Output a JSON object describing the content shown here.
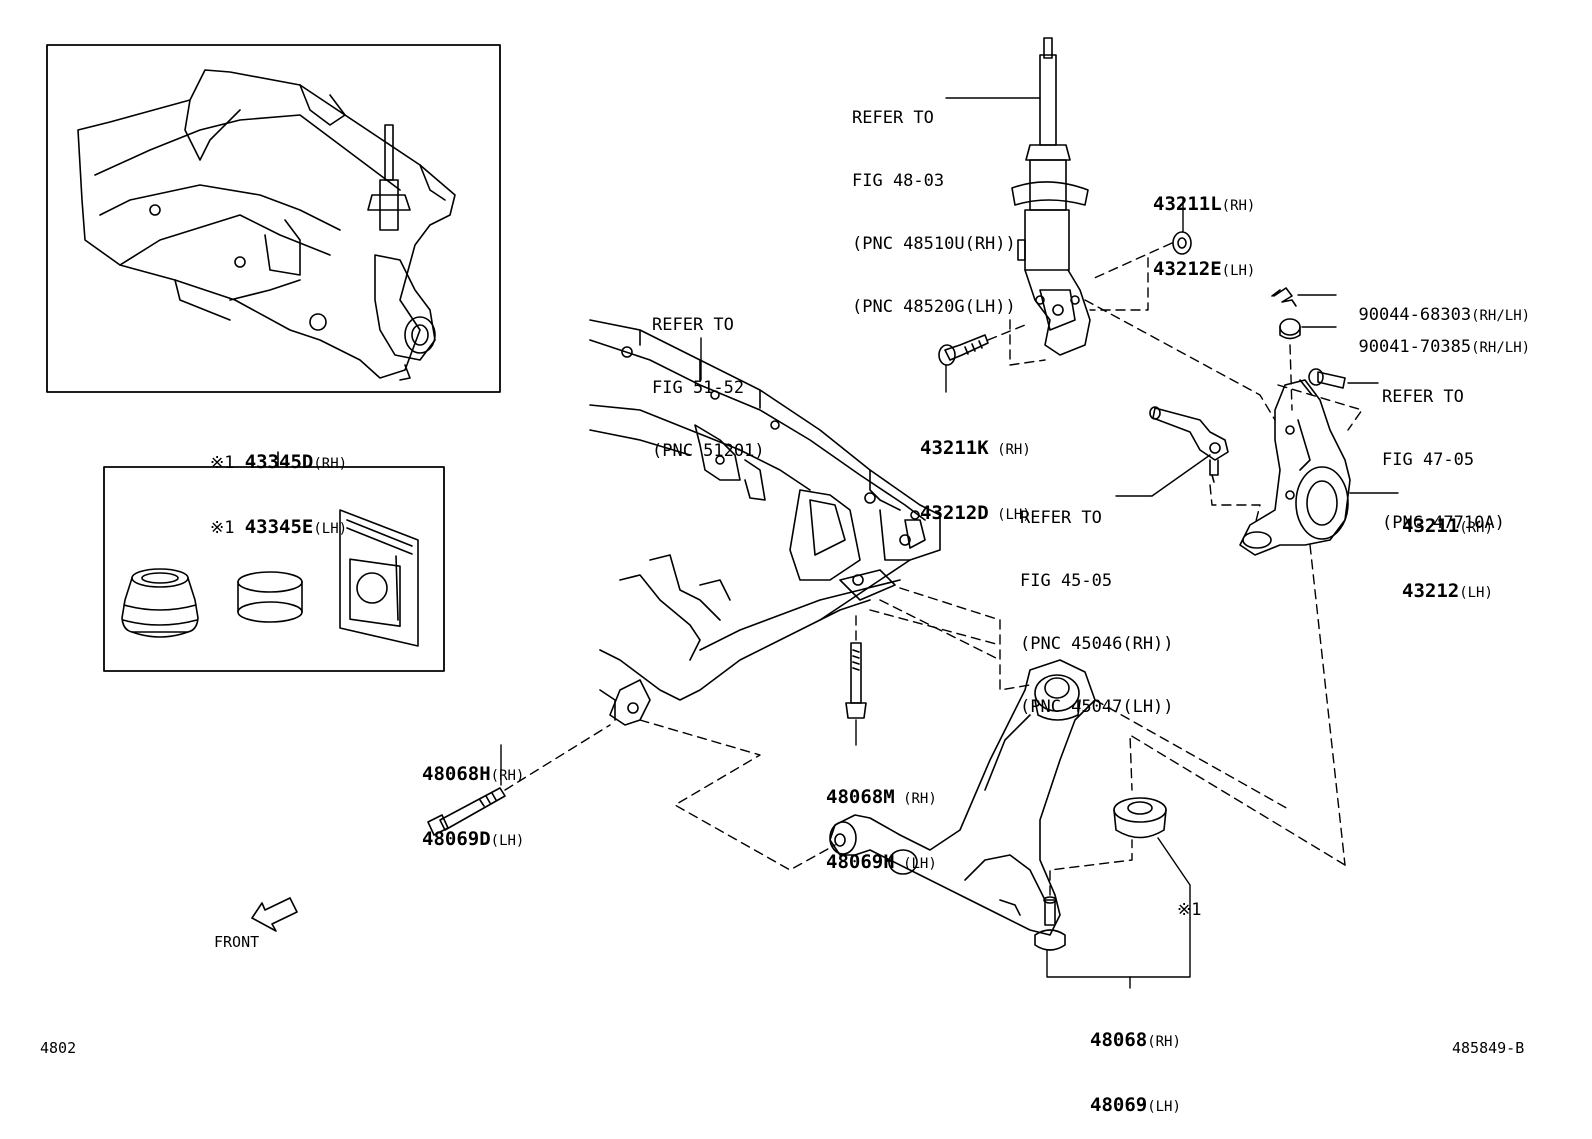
{
  "labels": {
    "strut_ref": [
      "REFER TO",
      "FIG 48-03",
      "(PNC 48510U(RH))",
      "(PNC 48520G(LH))"
    ],
    "crossmember_ref": [
      "REFER TO",
      "FIG 51-52",
      "(PNC 51201)"
    ],
    "tierod_ref": [
      "REFER TO",
      "FIG 45-05",
      "(PNC 45046(RH))",
      "(PNC 45047(LH))"
    ],
    "hub_ref": [
      "REFER TO",
      "FIG 47-05",
      "(PNC 47710A)"
    ],
    "p43211L": {
      "num": "43211L",
      "side": "(RH)"
    },
    "p43212E": {
      "num": "43212E",
      "side": "(LH)"
    },
    "p43211K": {
      "num": "43211K",
      "side": " (RH)"
    },
    "p43212D": {
      "num": "43212D",
      "side": " (LH)"
    },
    "p90044": {
      "num": "90044-68303",
      "side": "(RH/LH)"
    },
    "p90041": {
      "num": "90041-70385",
      "side": "(RH/LH)"
    },
    "p43211": {
      "num": "43211",
      "side": "(RH)"
    },
    "p43212": {
      "num": "43212",
      "side": "(LH)"
    },
    "p43345D": {
      "mark": "※1 ",
      "num": "43345D",
      "side": "(RH)"
    },
    "p43345E": {
      "mark": "※1 ",
      "num": "43345E",
      "side": "(LH)"
    },
    "p48068H": {
      "num": "48068H",
      "side": "(RH)"
    },
    "p48069D": {
      "num": "48069D",
      "side": "(LH)"
    },
    "p48068M": {
      "num": "48068M",
      "side": " (RH)"
    },
    "p48069H": {
      "num": "48069H",
      "side": " (LH)"
    },
    "p48068": {
      "num": "48068",
      "side": "(RH)"
    },
    "p48069": {
      "num": "48069",
      "side": "(LH)"
    },
    "mark_x1": "※1",
    "front": "FRONT",
    "page_code": "4802",
    "drawing_id": "485849-B"
  }
}
